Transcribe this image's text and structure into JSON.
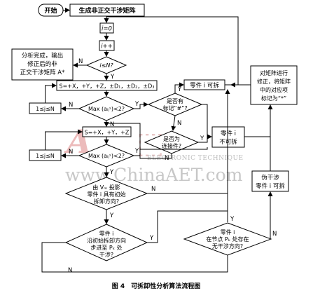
{
  "nodes": {
    "start": "开始",
    "generate_matrix": "生成非正交干涉矩阵",
    "init_i": "i=0",
    "inc_i": "i++",
    "cond_i": "i≤N?",
    "output": [
      "分析完成，输出",
      "修正后的非",
      "正交干涉矩阵 A*"
    ],
    "set_S_full": "S=+X，+Y，+Z，±D₁，±D₂，±D₃",
    "cond_max1": "Max (aᵢⱼˢ)<2?",
    "loop_j1": "1≤j≤N",
    "cond_mark": [
      "是否有",
      "标记“#”?"
    ],
    "cond_connector": [
      "是否为",
      "连接件?"
    ],
    "set_S_xyz": "S=+X，+Y，+Z",
    "cond_max2": "Max (aᵢⱼˢ)<2?",
    "loop_j2": "1≤j≤N",
    "cond_vm": [
      "由 Vₘ 投影",
      "零件 i 具有初始",
      "拆卸方向?"
    ],
    "cond_advance": [
      "零件 i",
      "沿初始拆卸方向",
      "步进至 Pₖ 处",
      "干涉?"
    ],
    "cond_pk": [
      "零件 i",
      "在节点 Pₖ 处存在",
      "无干涉方向?"
    ],
    "removable_top": "零件 i 可拆",
    "not_removable": [
      "零件 i",
      "不可拆"
    ],
    "fix_matrix": [
      "对矩阵进行",
      "修正，将矩阵",
      "中的对应项",
      "标记为“*”"
    ],
    "pseudo_removable": [
      "伪干涉",
      "零件 i 可拆"
    ]
  },
  "labels": {
    "yes": "Y",
    "no": "N"
  },
  "watermark": {
    "text": "www.ChinaAET.com",
    "subtitle": "ELECTRONIC TECHNIQUE"
  },
  "caption": "图 4　可拆卸性分析算法流程图",
  "colors": {
    "line": "#000000",
    "watermark": "#b8b8b8",
    "watermark_red": "#e9b8b8"
  }
}
